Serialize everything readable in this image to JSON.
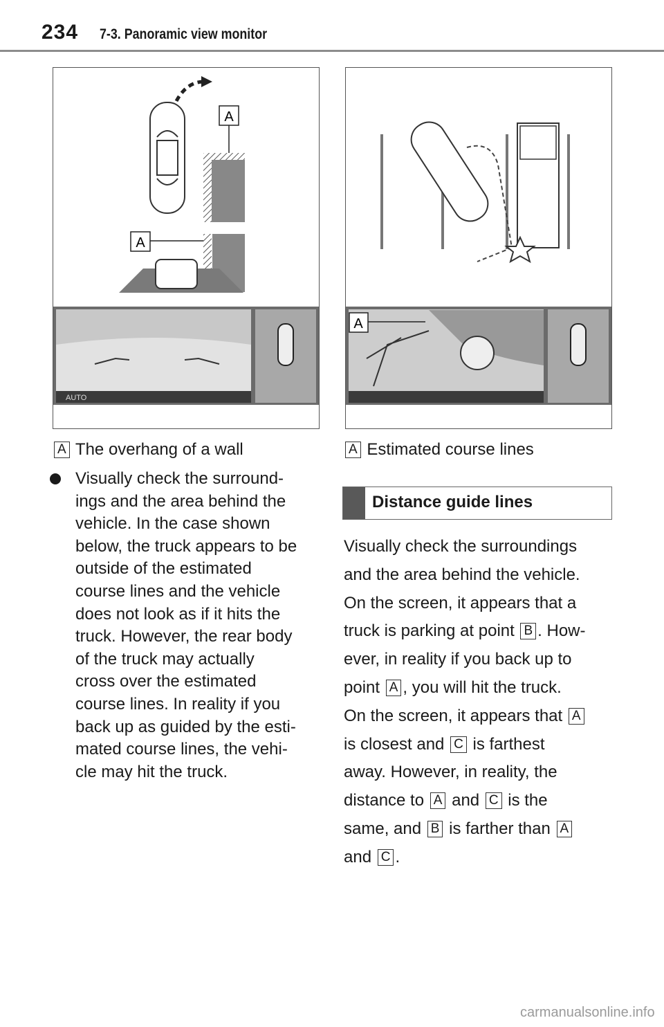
{
  "header": {
    "page_number": "234",
    "section": "7-3. Panoramic view monitor"
  },
  "figure_left": {
    "callout_top": "A",
    "callout_mid": "A",
    "status_label": "AUTO"
  },
  "figure_right": {
    "callout": "A"
  },
  "caption_left": {
    "marker": "A",
    "text": "The overhang of a wall"
  },
  "caption_right": {
    "marker": "A",
    "text": "Estimated course lines"
  },
  "bullet": {
    "lines": [
      "Visually check the surround-",
      "ings and the area behind the",
      "vehicle. In the case shown",
      "below, the truck appears to be",
      "outside of the estimated",
      "course lines and the vehicle",
      "does not look as if it hits the",
      "truck. However, the rear body",
      "of the truck may actually",
      "cross over the estimated",
      "course lines. In reality if you",
      "back up as guided by the esti-",
      "mated course lines, the vehi-",
      "cle may hit the truck."
    ]
  },
  "distance": {
    "heading": "Distance guide lines",
    "l1": "Visually check the surroundings",
    "l2": "and the area behind the vehicle.",
    "l3": "On the screen, it appears that a",
    "l4a": "truck is parking at point",
    "l4m": "B",
    "l4b": ". How-",
    "l5": "ever, in reality if you back up to",
    "l6a": "point",
    "l6m": "A",
    "l6b": ", you will hit the truck.",
    "l7a": "On the screen, it appears that",
    "l7m": "A",
    "l8a": "is closest and",
    "l8m": "C",
    "l8b": "is farthest",
    "l9": "away. However, in reality, the",
    "l10a": "distance to",
    "l10m1": "A",
    "l10b": "and",
    "l10m2": "C",
    "l10c": "is the",
    "l11a": "same, and",
    "l11m1": "B",
    "l11b": "is farther than",
    "l11m2": "A",
    "l12a": "and",
    "l12m": "C",
    "l12b": "."
  },
  "watermark": "carmanualsonline.info"
}
